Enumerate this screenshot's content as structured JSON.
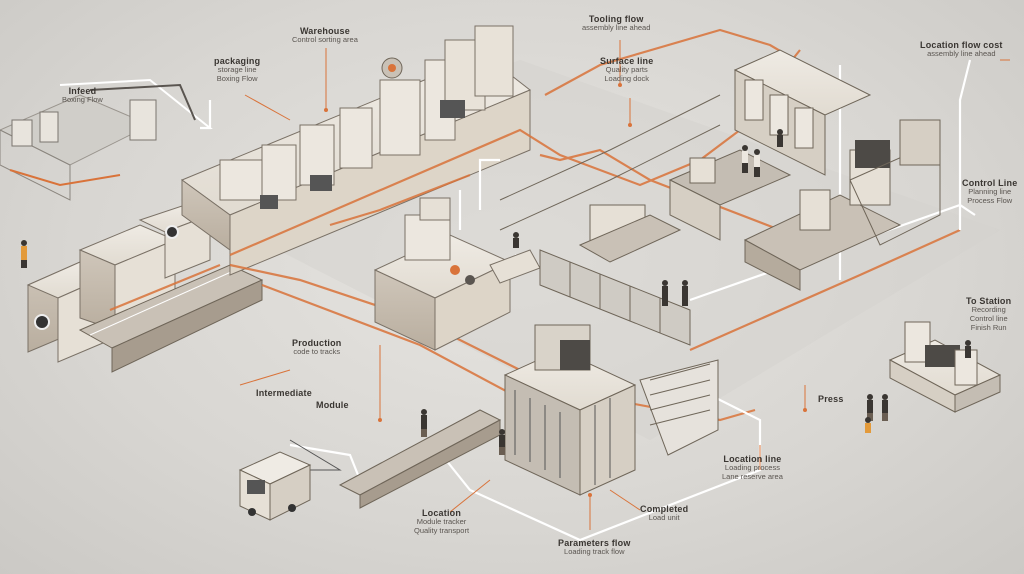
{
  "labels": [
    {
      "id": "top-center-1",
      "t1": "Warehouse",
      "t2": "Control sorting area"
    },
    {
      "id": "top-left",
      "t1": "packaging",
      "t2": "storage line",
      "t3": "Boxing Flow"
    },
    {
      "id": "top-left-box",
      "t1": "Infeed",
      "t2": "Boxing Flow"
    },
    {
      "id": "top-center-2",
      "t1": "Tooling flow",
      "t2": "assembly line ahead"
    },
    {
      "id": "top-center-3",
      "t1": "Surface line",
      "t2": "Quality parts",
      "t3": "Loading dock"
    },
    {
      "id": "top-right",
      "t1": "Location flow cost",
      "t2": "assembly line ahead"
    },
    {
      "id": "right-mid-1",
      "t1": "Control Line",
      "t2": "Planning line",
      "t3": "Process Flow"
    },
    {
      "id": "right-mid-2",
      "t1": "To Station",
      "t2": "Recording",
      "t3": "Control line",
      "t4": "Finish Run"
    },
    {
      "id": "center-left",
      "t1": "Production",
      "t2": "code to tracks"
    },
    {
      "id": "left-mid",
      "t1": "Intermediate"
    },
    {
      "id": "center-small",
      "t1": "Module"
    },
    {
      "id": "right-small",
      "t1": "Press"
    },
    {
      "id": "bottom-right",
      "t1": "Location line",
      "t2": "Loading process",
      "t3": "Lane reserve area"
    },
    {
      "id": "bottom-center-left",
      "t1": "Location",
      "t2": "Module tracker",
      "t3": "Quality transport"
    },
    {
      "id": "bottom-center",
      "t1": "Completed",
      "t2": "Load unit"
    },
    {
      "id": "bottom-center-2",
      "t1": "Parameters flow",
      "t2": "Loading track flow"
    }
  ],
  "colors": {
    "accent": "#d9733a",
    "line": "#ffffff",
    "machine": "#e3ddd3",
    "machine_dark": "#8d8378",
    "floor": "#dddbd7"
  }
}
